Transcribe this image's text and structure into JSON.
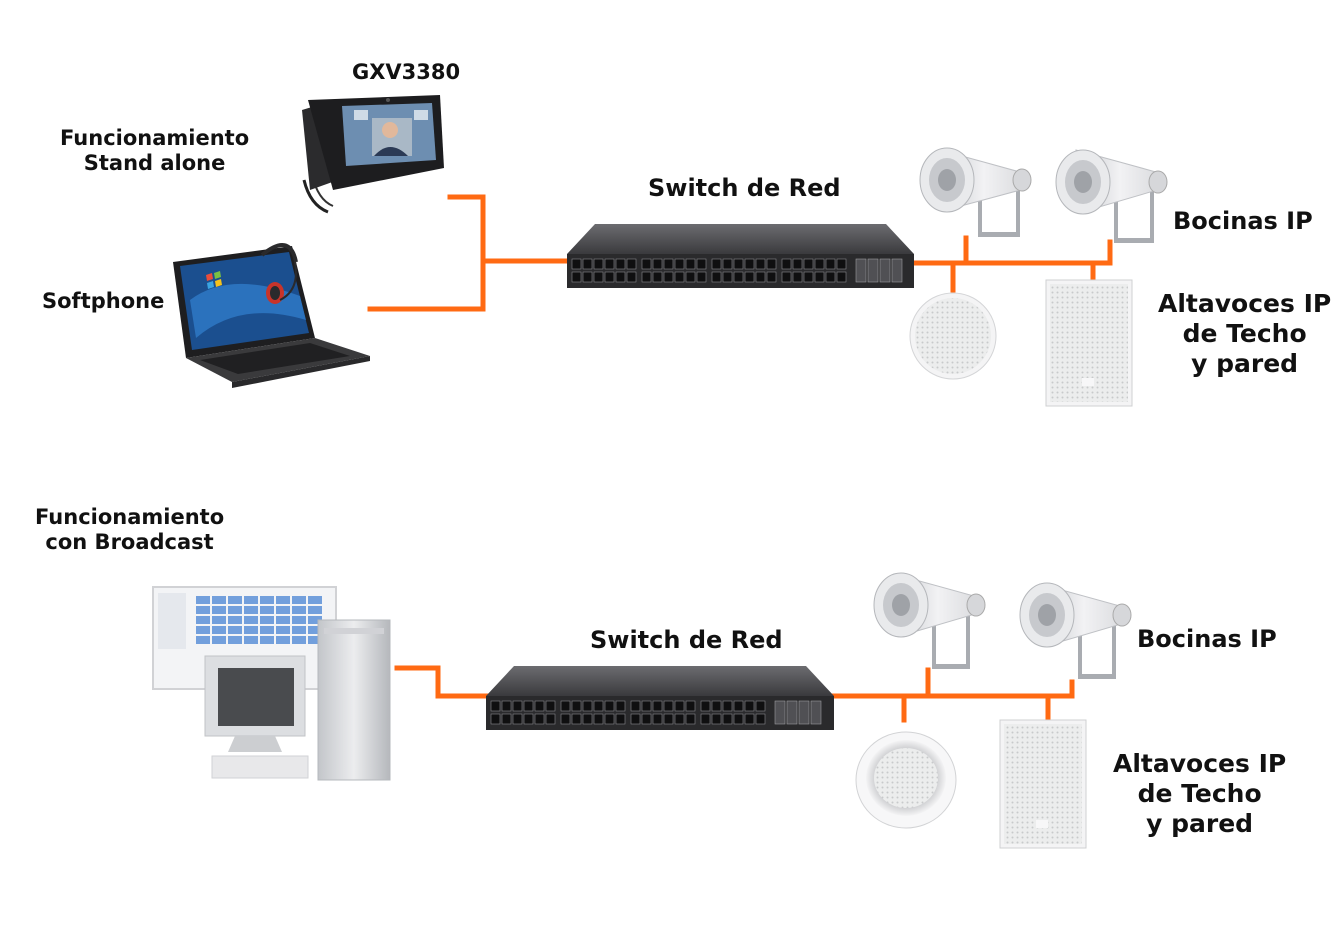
{
  "colors": {
    "wire": "#ff6a13",
    "switch_body": "#3c3c3e",
    "switch_face": "#1f1f21",
    "speaker": "#e4e4e6"
  },
  "top_section": {
    "mode_label": [
      "Funcionamiento",
      "Stand alone"
    ],
    "phone_label": "GXV3380",
    "softphone_label": "Softphone",
    "switch_label": "Switch de Red",
    "horns_label": "Bocinas IP",
    "speakers_label": [
      "Altavoces IP",
      "de Techo",
      "y pared"
    ]
  },
  "bottom_section": {
    "mode_label": [
      "Funcionamiento",
      "con Broadcast"
    ],
    "switch_label": "Switch de Red",
    "horns_label": "Bocinas IP",
    "speakers_label": [
      "Altavoces IP",
      "de Techo",
      "y pared"
    ]
  },
  "icons": {
    "phone": "ip-video-phone-icon",
    "laptop": "laptop-headset-icon",
    "switch": "network-switch-icon",
    "horn": "horn-speaker-icon",
    "ceiling_speaker": "ceiling-speaker-icon",
    "wall_speaker": "wall-speaker-icon",
    "workstation": "broadcast-workstation-icon"
  }
}
